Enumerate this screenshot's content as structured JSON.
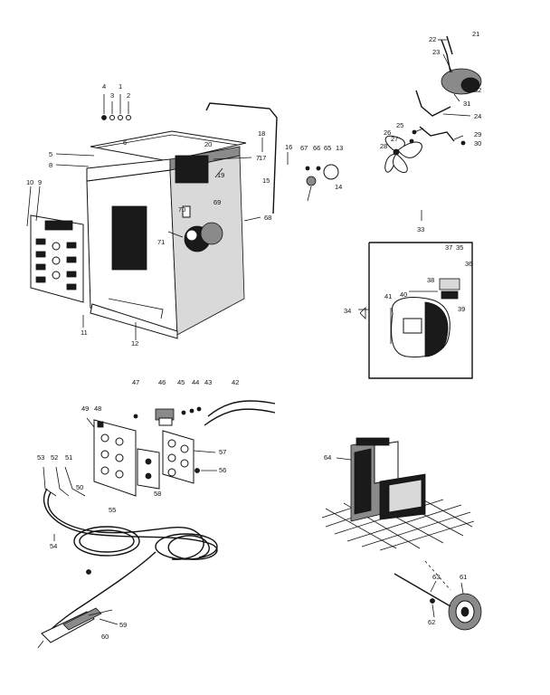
{
  "diagram": {
    "callouts": [
      "1",
      "2",
      "3",
      "4",
      "5",
      "6",
      "7",
      "8",
      "9",
      "10",
      "11",
      "12",
      "13",
      "14",
      "15",
      "16",
      "17",
      "18",
      "19",
      "20",
      "21",
      "22",
      "23",
      "24",
      "25",
      "26",
      "27",
      "28",
      "29",
      "30",
      "31",
      "32",
      "33",
      "34",
      "35",
      "36",
      "37",
      "38",
      "39",
      "40",
      "41",
      "42",
      "43",
      "44",
      "45",
      "46",
      "47",
      "48",
      "49",
      "50",
      "51",
      "52",
      "53",
      "54",
      "55",
      "56",
      "57",
      "58",
      "59",
      "60",
      "61",
      "62",
      "63",
      "64",
      "65",
      "66",
      "67",
      "68",
      "69",
      "70",
      "71"
    ]
  }
}
